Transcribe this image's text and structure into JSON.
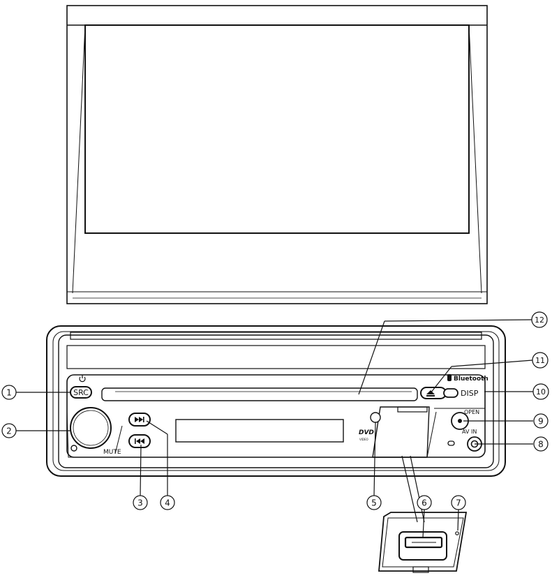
{
  "labels": {
    "src": "SRC",
    "disp": "DISP",
    "bluetooth": "Bluetooth",
    "open": "OPEN",
    "av_in": "AV IN",
    "mute": "MUTE",
    "dvd": "DVD",
    "video": "VIDEO"
  },
  "callouts": [
    "1",
    "2",
    "3",
    "4",
    "5",
    "6",
    "7",
    "8",
    "9",
    "10",
    "11",
    "12"
  ]
}
